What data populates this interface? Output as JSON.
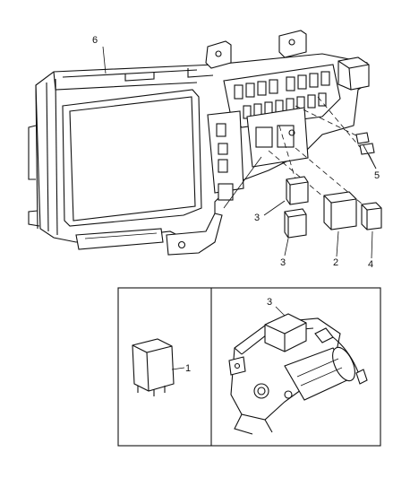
{
  "callouts": {
    "c1": "1",
    "c2": "2",
    "c3a": "3",
    "c3b": "3",
    "c3c": "3",
    "c4": "4",
    "c5": "5",
    "c6": "6"
  }
}
